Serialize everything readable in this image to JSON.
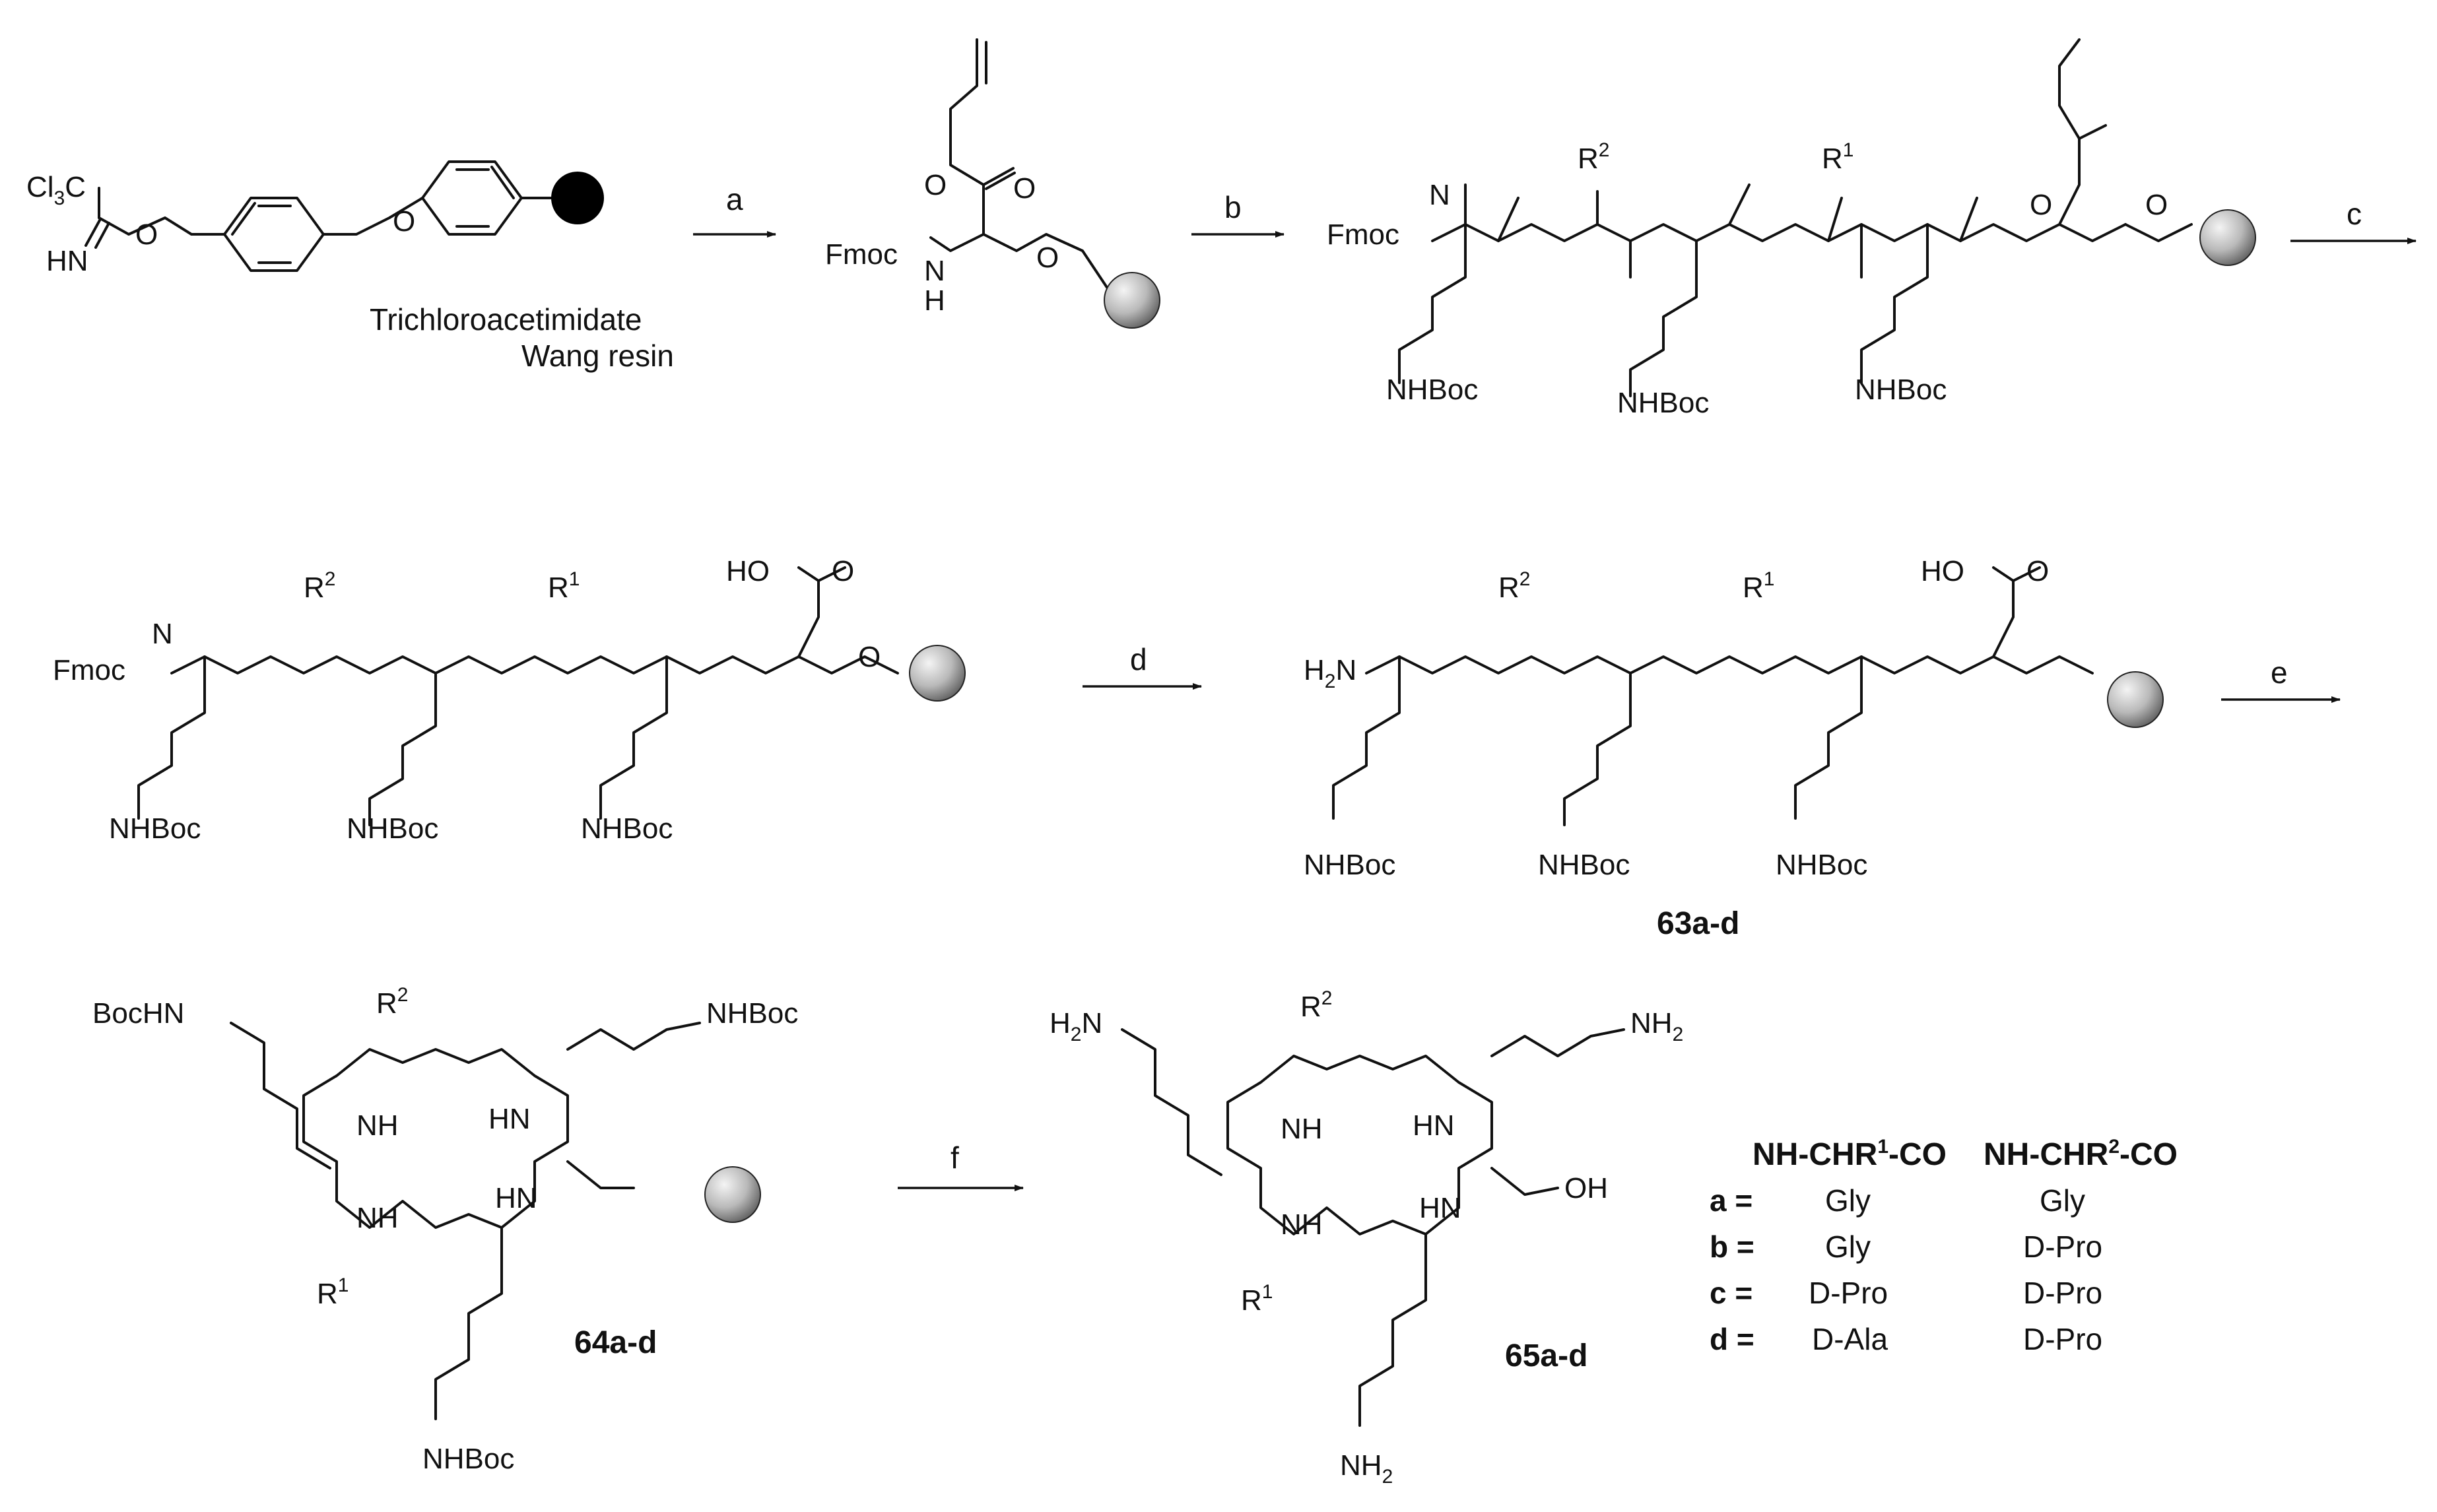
{
  "colors": {
    "ink": "#111111",
    "bead_light": "#f2f2f2",
    "bead_dark": "#6e6e6e",
    "resin_bead": "#000000"
  },
  "resin": {
    "cl3c": "Cl",
    "cl3c_sub": "3",
    "cl3c_c": "C",
    "hn": "HN",
    "o1": "O",
    "o2": "O",
    "label1": "Trichloroacetimidate",
    "label2": "Wang resin"
  },
  "steps": {
    "a": "a",
    "b": "b",
    "c": "c",
    "d": "d",
    "e": "e",
    "f": "f"
  },
  "atoms": {
    "fmoc": "Fmoc",
    "n": "N",
    "h": "H",
    "o": "O",
    "r": "R",
    "sup1": "1",
    "sup2": "2",
    "nhboc": "NHBoc",
    "bochn": "BocHN",
    "h2n": "H",
    "h2n_sub": "2",
    "h2n_n": "N",
    "nh2": "NH",
    "nh2_sub": "2",
    "ho": "HO",
    "oh": "OH",
    "hn": "HN",
    "nh": "NH"
  },
  "compounds": {
    "c63": "63a-d",
    "c64": "64a-d",
    "c65": "65a-d"
  },
  "table": {
    "col1": {
      "pre": "NH-CHR",
      "sup": "1",
      "post": "-CO"
    },
    "col2": {
      "pre": "NH-CHR",
      "sup": "2",
      "post": "-CO"
    },
    "rows": [
      {
        "key": "a =",
        "r1": "Gly",
        "r2": "Gly"
      },
      {
        "key": "b =",
        "r1": "Gly",
        "r2": "D-Pro"
      },
      {
        "key": "c =",
        "r1": "D-Pro",
        "r2": "D-Pro"
      },
      {
        "key": "d =",
        "r1": "D-Ala",
        "r2": "D-Pro"
      }
    ]
  }
}
